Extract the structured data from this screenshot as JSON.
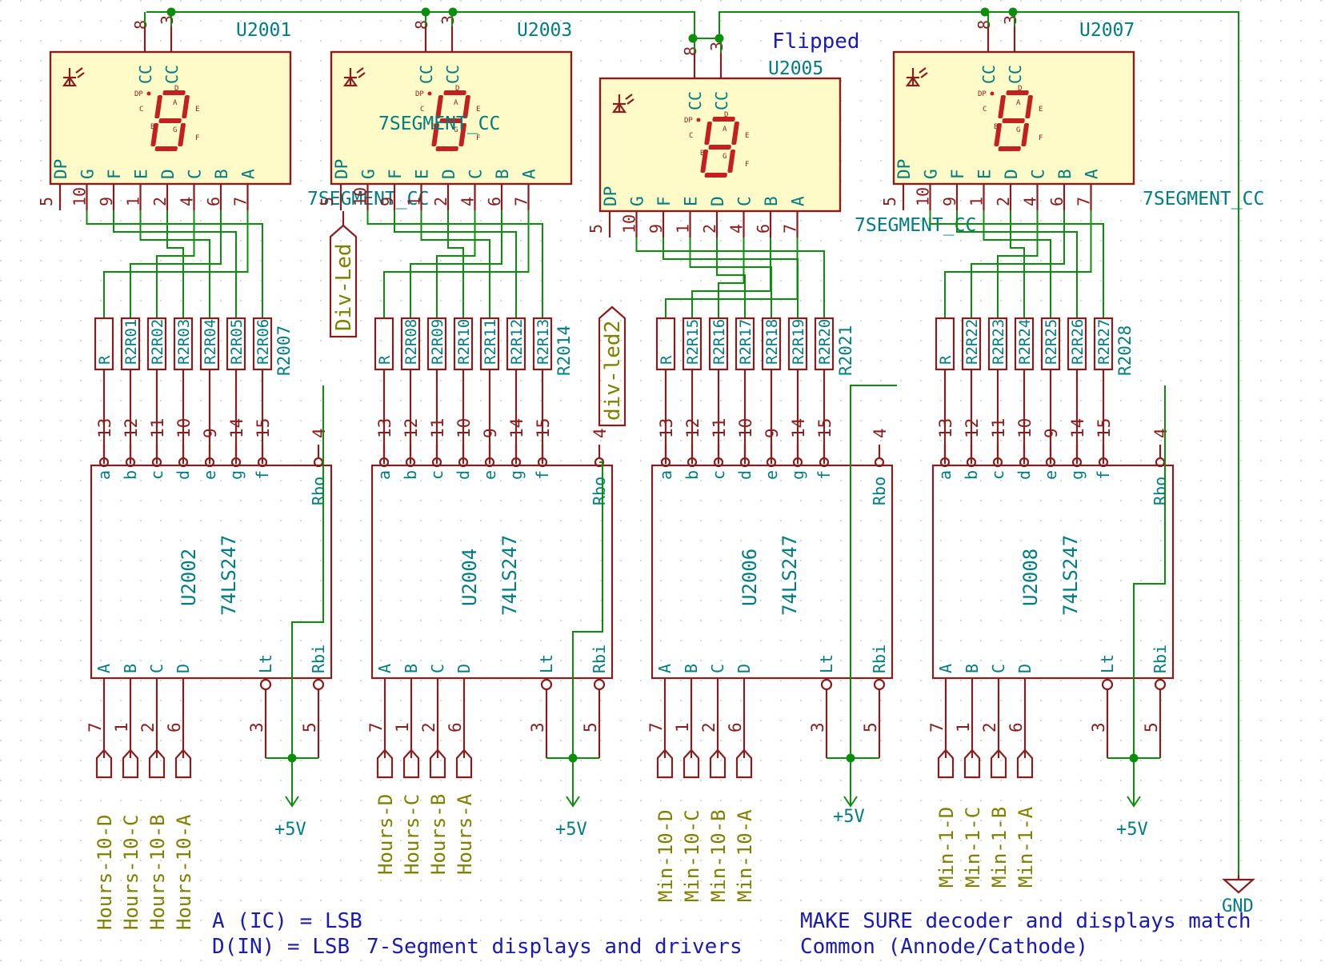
{
  "displays": [
    {
      "ref": "U2001",
      "value": "7SEGMENT_CC"
    },
    {
      "ref": "U2003",
      "value": "7SEGMENT_CC"
    },
    {
      "ref": "U2005",
      "value": "7SEGMENT_CC",
      "note": "Flipped"
    },
    {
      "ref": "U2007",
      "value": "7SEGMENT_CC"
    }
  ],
  "display_pin_names": [
    "DP",
    "G",
    "F",
    "E",
    "D",
    "C",
    "B",
    "A"
  ],
  "display_pin_numbers": [
    "5",
    "10",
    "9",
    "1",
    "2",
    "4",
    "6",
    "7"
  ],
  "display_common_pins": {
    "names": [
      "CC",
      "CC"
    ],
    "numbers": [
      "8",
      "3"
    ]
  },
  "display_segment_letters": [
    "DP",
    "A",
    "B",
    "C",
    "D",
    "E",
    "F",
    "G"
  ],
  "decoders": [
    {
      "ref": "U2002",
      "value": "74LS247",
      "inputs": [
        "Hours-10-D",
        "Hours-10-C",
        "Hours-10-B",
        "Hours-10-A"
      ]
    },
    {
      "ref": "U2004",
      "value": "74LS247",
      "inputs": [
        "Hours-D",
        "Hours-C",
        "Hours-B",
        "Hours-A"
      ]
    },
    {
      "ref": "U2006",
      "value": "74LS247",
      "inputs": [
        "Min-10-D",
        "Min-10-C",
        "Min-10-B",
        "Min-10-A"
      ]
    },
    {
      "ref": "U2008",
      "value": "74LS247",
      "inputs": [
        "Min-1-D",
        "Min-1-C",
        "Min-1-B",
        "Min-1-A"
      ]
    }
  ],
  "decoder_top_pins": {
    "names": [
      "a",
      "b",
      "c",
      "d",
      "e",
      "g",
      "f",
      "Rbo"
    ],
    "numbers": [
      "13",
      "12",
      "11",
      "10",
      "9",
      "14",
      "15",
      "4"
    ]
  },
  "decoder_bottom_pins": {
    "names": [
      "A",
      "B",
      "C",
      "D",
      "Lt",
      "Rbi"
    ],
    "numbers": [
      "7",
      "1",
      "2",
      "6",
      "3",
      "5"
    ]
  },
  "resistor_groups": [
    {
      "refs": [
        "R",
        "R2R01",
        "R2R02",
        "R2R03",
        "R2R04",
        "R2R05",
        "R2R06",
        "R2007"
      ]
    },
    {
      "refs": [
        "R",
        "R2R08",
        "R2R09",
        "R2R10",
        "R2R11",
        "R2R12",
        "R2R13",
        "R2014"
      ]
    },
    {
      "refs": [
        "R",
        "R2R15",
        "R2R16",
        "R2R17",
        "R2R18",
        "R2R19",
        "R2R20",
        "R2021"
      ]
    },
    {
      "refs": [
        "R",
        "R2R22",
        "R2R23",
        "R2R24",
        "R2R25",
        "R2R26",
        "R2R27",
        "R2028"
      ]
    }
  ],
  "power": {
    "vcc": "+5V",
    "gnd": "GND"
  },
  "div_labels": [
    "Div-Led",
    "div-led2"
  ],
  "notes": {
    "lsb_1": "A (IC) = LSB",
    "lsb_2": "D(IN) = LSB",
    "title": "7-Segment displays and drivers",
    "warn_1": "MAKE SURE decoder and displays match",
    "warn_2": "Common (Annode/Cathode)"
  }
}
